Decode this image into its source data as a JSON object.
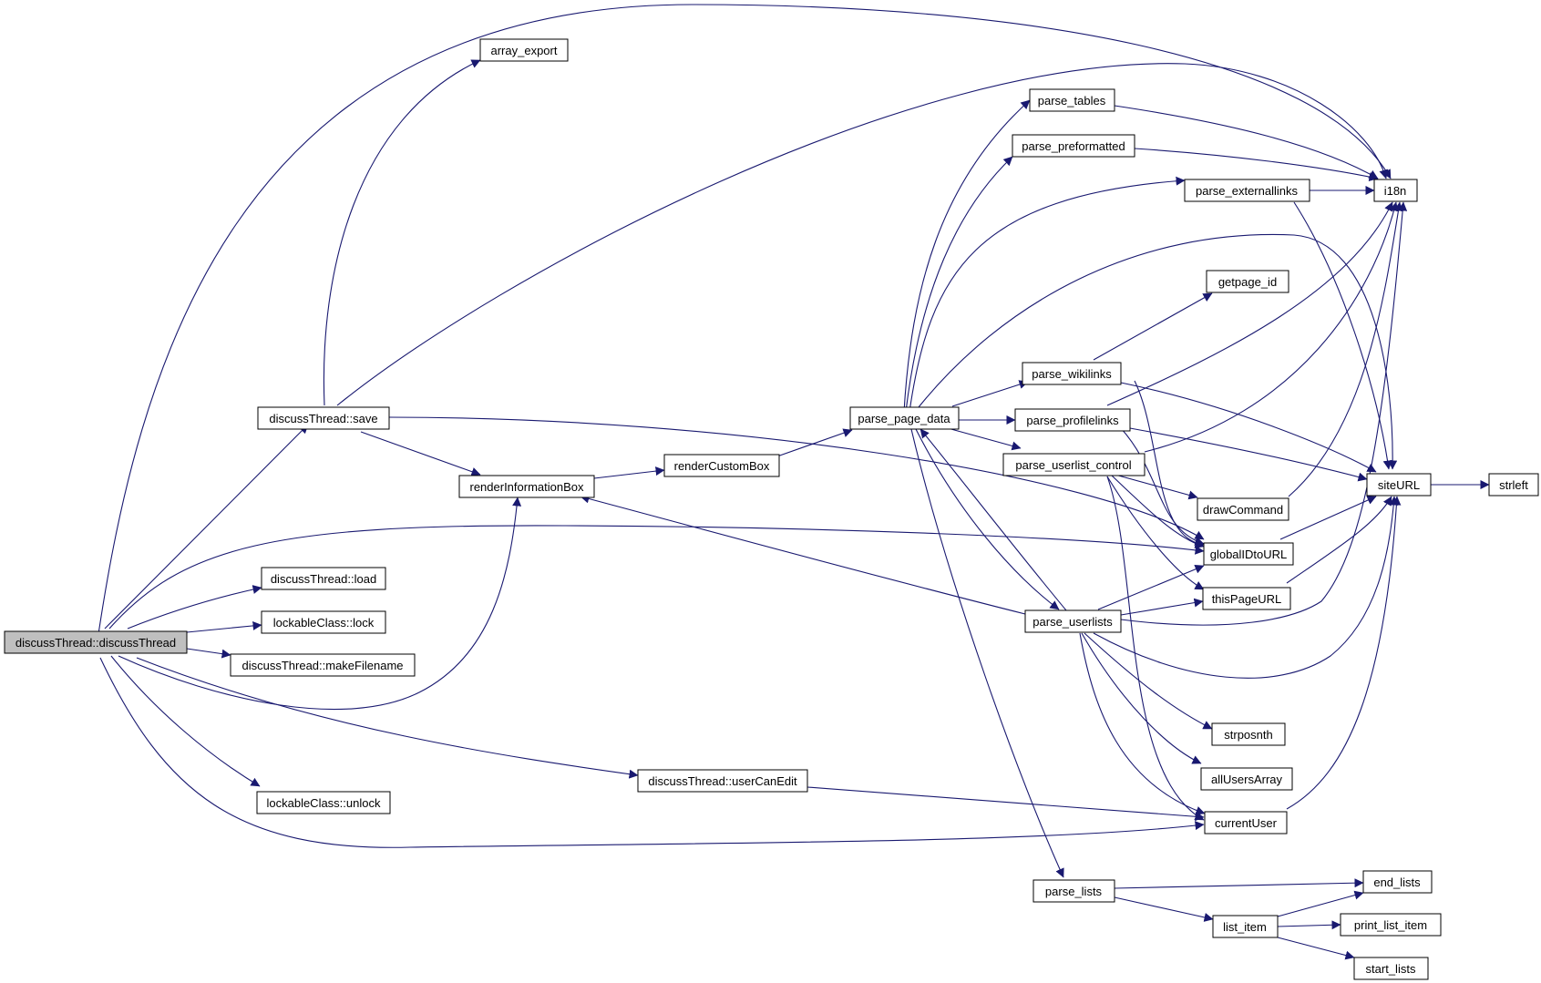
{
  "colors": {
    "edge": "#191970",
    "root_fill": "#bfbfbf",
    "node_fill": "#ffffff",
    "node_stroke": "#000000"
  },
  "nodes": {
    "root": {
      "label": "discussThread::discussThread"
    },
    "array_export": {
      "label": "array_export"
    },
    "save": {
      "label": "discussThread::save"
    },
    "load": {
      "label": "discussThread::load"
    },
    "lock": {
      "label": "lockableClass::lock"
    },
    "makeFilename": {
      "label": "discussThread::makeFilename"
    },
    "unlock": {
      "label": "lockableClass::unlock"
    },
    "renderInformationBox": {
      "label": "renderInformationBox"
    },
    "renderCustomBox": {
      "label": "renderCustomBox"
    },
    "userCanEdit": {
      "label": "discussThread::userCanEdit"
    },
    "parse_page_data": {
      "label": "parse_page_data"
    },
    "parse_tables": {
      "label": "parse_tables"
    },
    "parse_preformatted": {
      "label": "parse_preformatted"
    },
    "parse_externallinks": {
      "label": "parse_externallinks"
    },
    "getpage_id": {
      "label": "getpage_id"
    },
    "parse_wikilinks": {
      "label": "parse_wikilinks"
    },
    "parse_profilelinks": {
      "label": "parse_profilelinks"
    },
    "parse_userlist_control": {
      "label": "parse_userlist_control"
    },
    "drawCommand": {
      "label": "drawCommand"
    },
    "globalIDtoURL": {
      "label": "globalIDtoURL"
    },
    "thisPageURL": {
      "label": "thisPageURL"
    },
    "parse_userlists": {
      "label": "parse_userlists"
    },
    "strposnth": {
      "label": "strposnth"
    },
    "allUsersArray": {
      "label": "allUsersArray"
    },
    "currentUser": {
      "label": "currentUser"
    },
    "parse_lists": {
      "label": "parse_lists"
    },
    "list_item": {
      "label": "list_item"
    },
    "end_lists": {
      "label": "end_lists"
    },
    "print_list_item": {
      "label": "print_list_item"
    },
    "start_lists": {
      "label": "start_lists"
    },
    "i18n": {
      "label": "i18n"
    },
    "siteURL": {
      "label": "siteURL"
    },
    "strleft": {
      "label": "strleft"
    }
  }
}
